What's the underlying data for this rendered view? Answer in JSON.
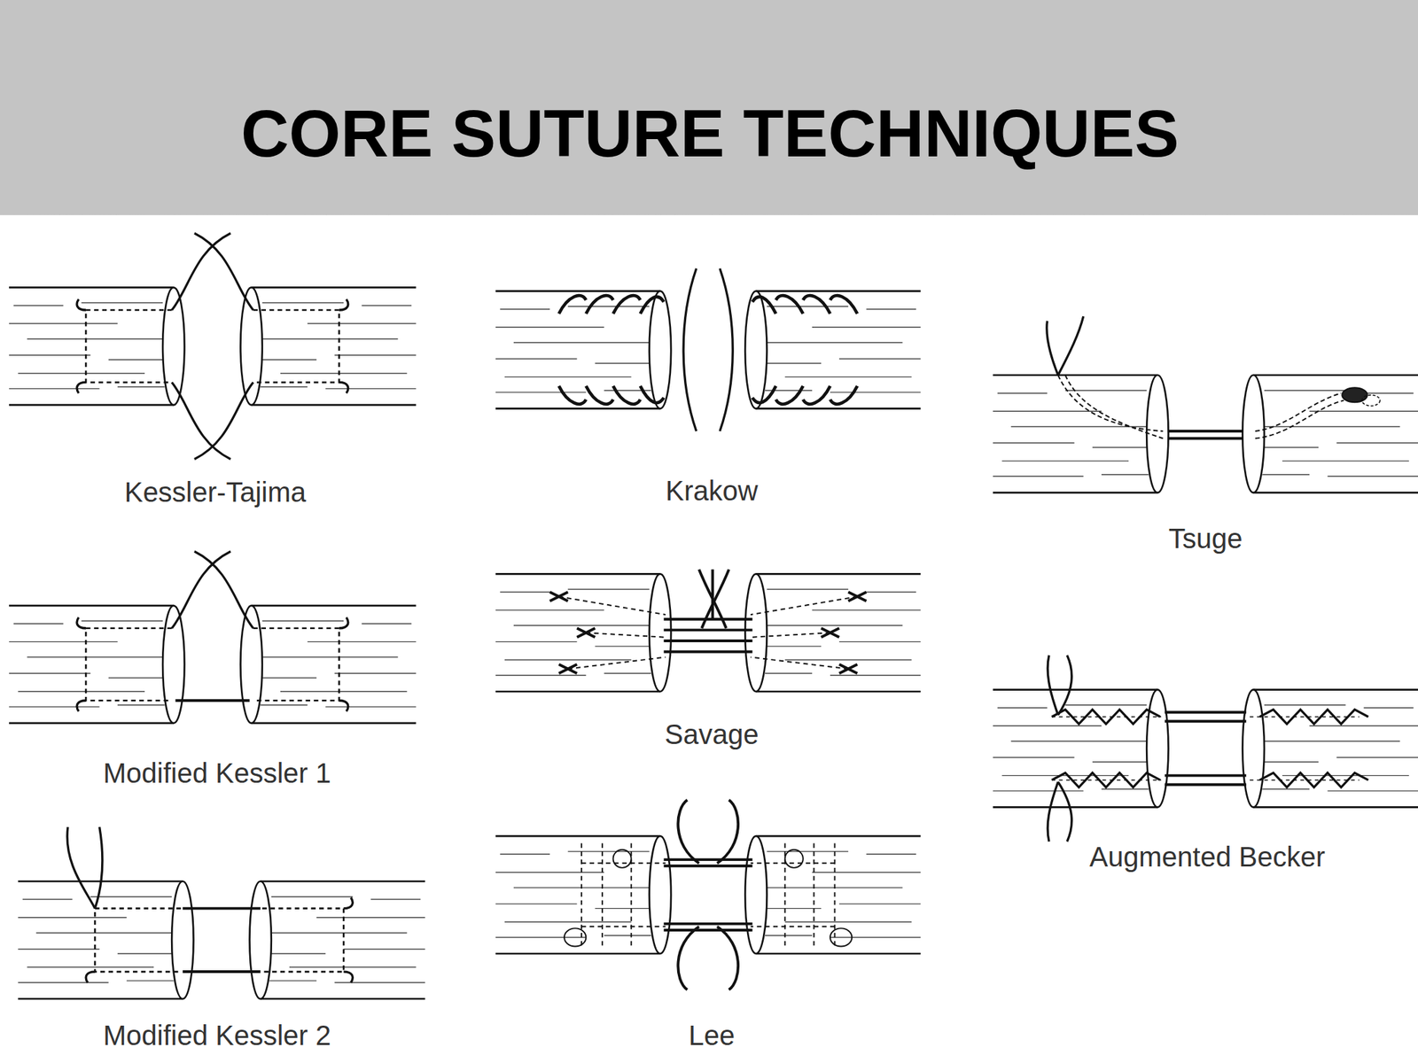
{
  "diagram": {
    "title": "CORE SUTURE TECHNIQUES",
    "labels": [
      "Kessler-Tajima",
      "Krakow",
      "Tsuge",
      "Modified Kessler 1",
      "Savage",
      "Augmented Becker",
      "Modified Kessler 2",
      "Lee"
    ]
  }
}
